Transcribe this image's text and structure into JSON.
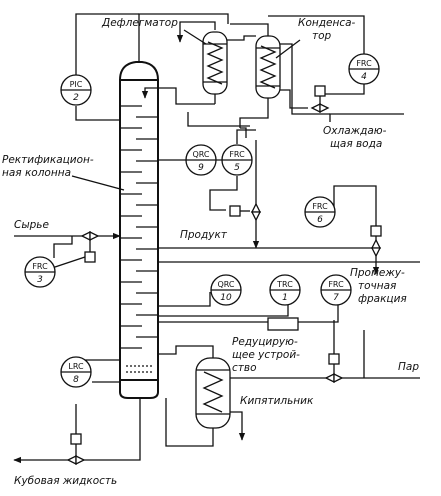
{
  "labels": {
    "dephlegmator": "Дефлегматор",
    "condenser_1": "Конденса-",
    "condenser_2": "тор",
    "column_1": "Ректификацион-",
    "column_2": "ная колонна",
    "cooling_1": "Охлаждаю-",
    "cooling_2": "щая вода",
    "feed": "Сырье",
    "product": "Продукт",
    "intermediate_1": "Промежу-",
    "intermediate_2": "точная",
    "intermediate_3": "фракция",
    "reducer_1": "Редуцирую-",
    "reducer_2": "щее устрой-",
    "reducer_3": "ство",
    "steam": "Пар",
    "reboiler": "Кипятильник",
    "bottoms": "Кубовая жидкость"
  },
  "instruments": {
    "pic2": {
      "code": "PIC",
      "num": "2"
    },
    "frc4": {
      "code": "FRC",
      "num": "4"
    },
    "qrc9": {
      "code": "QRC",
      "num": "9"
    },
    "frc5": {
      "code": "FRC",
      "num": "5"
    },
    "frc6": {
      "code": "FRC",
      "num": "6"
    },
    "frc3": {
      "code": "FRC",
      "num": "3"
    },
    "qrc10": {
      "code": "QRC",
      "num": "10"
    },
    "trc1": {
      "code": "TRC",
      "num": "1"
    },
    "frc7": {
      "code": "FRC",
      "num": "7"
    },
    "lrc8": {
      "code": "LRC",
      "num": "8"
    }
  }
}
